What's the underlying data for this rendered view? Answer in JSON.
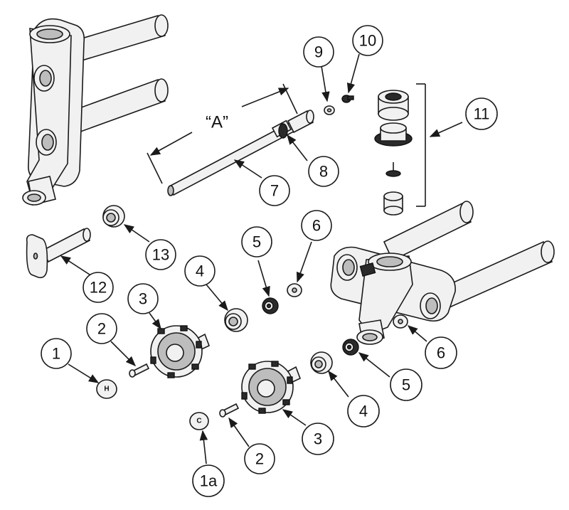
{
  "dimension_label": "“A”",
  "caps": {
    "hot_letter": "H",
    "cold_letter": "C"
  },
  "callouts": [
    {
      "id": "c1",
      "label": "1"
    },
    {
      "id": "c1a",
      "label": "1a"
    },
    {
      "id": "c2a",
      "label": "2"
    },
    {
      "id": "c2b",
      "label": "2"
    },
    {
      "id": "c3a",
      "label": "3"
    },
    {
      "id": "c3b",
      "label": "3"
    },
    {
      "id": "c4a",
      "label": "4"
    },
    {
      "id": "c4b",
      "label": "4"
    },
    {
      "id": "c5a",
      "label": "5"
    },
    {
      "id": "c5b",
      "label": "5"
    },
    {
      "id": "c6a",
      "label": "6"
    },
    {
      "id": "c6b",
      "label": "6"
    },
    {
      "id": "c7",
      "label": "7"
    },
    {
      "id": "c8",
      "label": "8"
    },
    {
      "id": "c9",
      "label": "9"
    },
    {
      "id": "c10",
      "label": "10"
    },
    {
      "id": "c11",
      "label": "11"
    },
    {
      "id": "c12",
      "label": "12"
    },
    {
      "id": "c13",
      "label": "13"
    }
  ]
}
